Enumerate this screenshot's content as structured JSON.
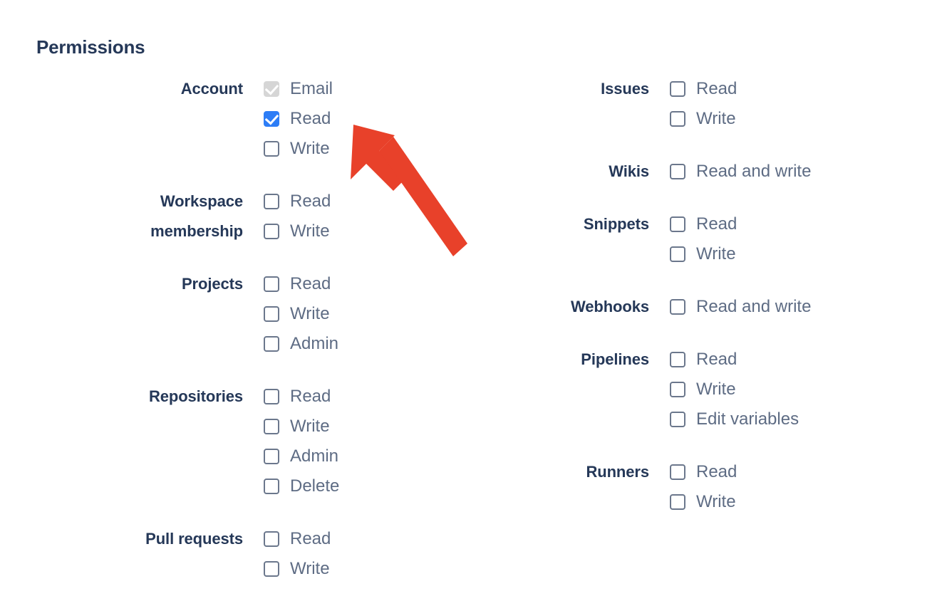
{
  "page": {
    "title": "Permissions",
    "background": "#ffffff",
    "heading_color": "#253858",
    "group_label_color": "#253858",
    "option_label_color": "#5e6c84",
    "checkbox_checked_color": "#2d7df6",
    "checkbox_disabled_color": "#d6d6d6",
    "checkbox_border_color": "#6b778c",
    "annotation_color": "#e8412a"
  },
  "columns": {
    "left": [
      {
        "label": "Account",
        "label_lines": [
          "Account"
        ],
        "options": [
          {
            "label": "Email",
            "state": "disabled-checked"
          },
          {
            "label": "Read",
            "state": "checked"
          },
          {
            "label": "Write",
            "state": "unchecked"
          }
        ]
      },
      {
        "label": "Workspace membership",
        "label_lines": [
          "Workspace",
          "membership"
        ],
        "options": [
          {
            "label": "Read",
            "state": "unchecked"
          },
          {
            "label": "Write",
            "state": "unchecked"
          }
        ]
      },
      {
        "label": "Projects",
        "label_lines": [
          "Projects"
        ],
        "options": [
          {
            "label": "Read",
            "state": "unchecked"
          },
          {
            "label": "Write",
            "state": "unchecked"
          },
          {
            "label": "Admin",
            "state": "unchecked"
          }
        ]
      },
      {
        "label": "Repositories",
        "label_lines": [
          "Repositories"
        ],
        "options": [
          {
            "label": "Read",
            "state": "unchecked"
          },
          {
            "label": "Write",
            "state": "unchecked"
          },
          {
            "label": "Admin",
            "state": "unchecked"
          },
          {
            "label": "Delete",
            "state": "unchecked"
          }
        ]
      },
      {
        "label": "Pull requests",
        "label_lines": [
          "Pull requests"
        ],
        "options": [
          {
            "label": "Read",
            "state": "unchecked"
          },
          {
            "label": "Write",
            "state": "unchecked"
          }
        ]
      }
    ],
    "right": [
      {
        "label": "Issues",
        "label_lines": [
          "Issues"
        ],
        "options": [
          {
            "label": "Read",
            "state": "unchecked"
          },
          {
            "label": "Write",
            "state": "unchecked"
          }
        ]
      },
      {
        "label": "Wikis",
        "label_lines": [
          "Wikis"
        ],
        "options": [
          {
            "label": "Read and write",
            "state": "unchecked"
          }
        ]
      },
      {
        "label": "Snippets",
        "label_lines": [
          "Snippets"
        ],
        "options": [
          {
            "label": "Read",
            "state": "unchecked"
          },
          {
            "label": "Write",
            "state": "unchecked"
          }
        ]
      },
      {
        "label": "Webhooks",
        "label_lines": [
          "Webhooks"
        ],
        "options": [
          {
            "label": "Read and write",
            "state": "unchecked"
          }
        ]
      },
      {
        "label": "Pipelines",
        "label_lines": [
          "Pipelines"
        ],
        "options": [
          {
            "label": "Read",
            "state": "unchecked"
          },
          {
            "label": "Write",
            "state": "unchecked"
          },
          {
            "label": "Edit variables",
            "state": "unchecked"
          }
        ]
      },
      {
        "label": "Runners",
        "label_lines": [
          "Runners"
        ],
        "options": [
          {
            "label": "Read",
            "state": "unchecked"
          },
          {
            "label": "Write",
            "state": "unchecked"
          }
        ]
      }
    ]
  },
  "annotation": {
    "type": "arrow",
    "points_to": "Account Read checkbox",
    "color": "#e8412a"
  }
}
